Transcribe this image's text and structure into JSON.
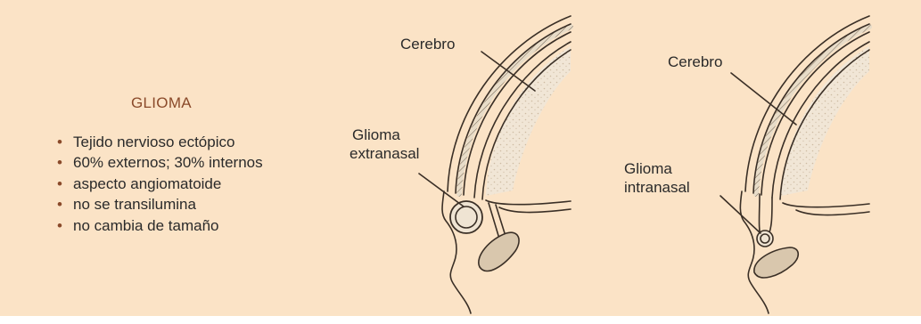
{
  "heading": "GLIOMA",
  "bullets": [
    "Tejido nervioso ectópico",
    "60% externos; 30% internos",
    "aspecto angiomatoide",
    "no se transilumina",
    "no cambia de tamaño"
  ],
  "figure_left": {
    "label_brain": "Cerebro",
    "label_glioma_line1": "Glioma",
    "label_glioma_line2": "extranasal"
  },
  "figure_right": {
    "label_brain": "Cerebro",
    "label_glioma_line1": "Glioma",
    "label_glioma_line2": "intranasal"
  },
  "colors": {
    "panel_background": "#fbe3c6",
    "heading": "#8a4a2a",
    "line_art": "#3a2f26",
    "brain_stipple": "#e7d9c6"
  }
}
